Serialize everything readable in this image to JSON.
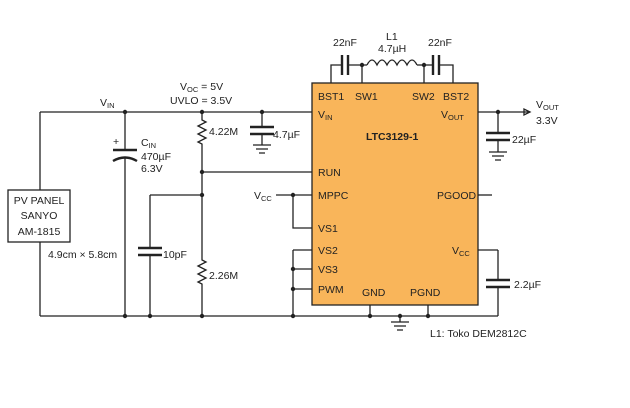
{
  "chip": {
    "name": "LTC3129-1",
    "pins": {
      "bst1": "BST1",
      "sw1": "SW1",
      "sw2": "SW2",
      "bst2": "BST2",
      "vin_main": "V",
      "vin_sub": "IN",
      "vout_main": "V",
      "vout_sub": "OUT",
      "run": "RUN",
      "mppc": "MPPC",
      "pgood": "PGOOD",
      "vs1": "VS1",
      "vs2": "VS2",
      "vs3": "VS3",
      "pwm": "PWM",
      "vcc_main": "V",
      "vcc_sub": "CC",
      "gnd": "GND",
      "pgnd": "PGND"
    },
    "fill": "#f9b55a"
  },
  "components": {
    "cap_bst1": "22nF",
    "cap_bst2": "22nF",
    "inductor_name": "L1",
    "inductor_value": "4.7µH",
    "cin_main": "C",
    "cin_sub": "IN",
    "cin_value": "470µF",
    "cin_voltage": "6.3V",
    "cin_polarity": "+",
    "cap_vin": "4.7µF",
    "r_top": "4.22M",
    "r_bottom": "2.26M",
    "cap_ff": "10pF",
    "cap_out": "22µF",
    "cap_vcc": "2.2µF"
  },
  "labels": {
    "vin_main": "V",
    "vin_sub": "IN",
    "voc_main": "V",
    "voc_sub": "OC",
    "voc_value": " = 5V",
    "uvlo": "UVLO = 3.5V",
    "vout_main": "V",
    "vout_sub": "OUT",
    "vout_value": "3.3V",
    "vcc_main": "V",
    "vcc_sub": "CC",
    "pv_line1": "PV PANEL",
    "pv_line2": "SANYO",
    "pv_line3": "AM-1815",
    "pv_size": "4.9cm × 5.8cm",
    "note": "L1: Toko DEM2812C"
  }
}
